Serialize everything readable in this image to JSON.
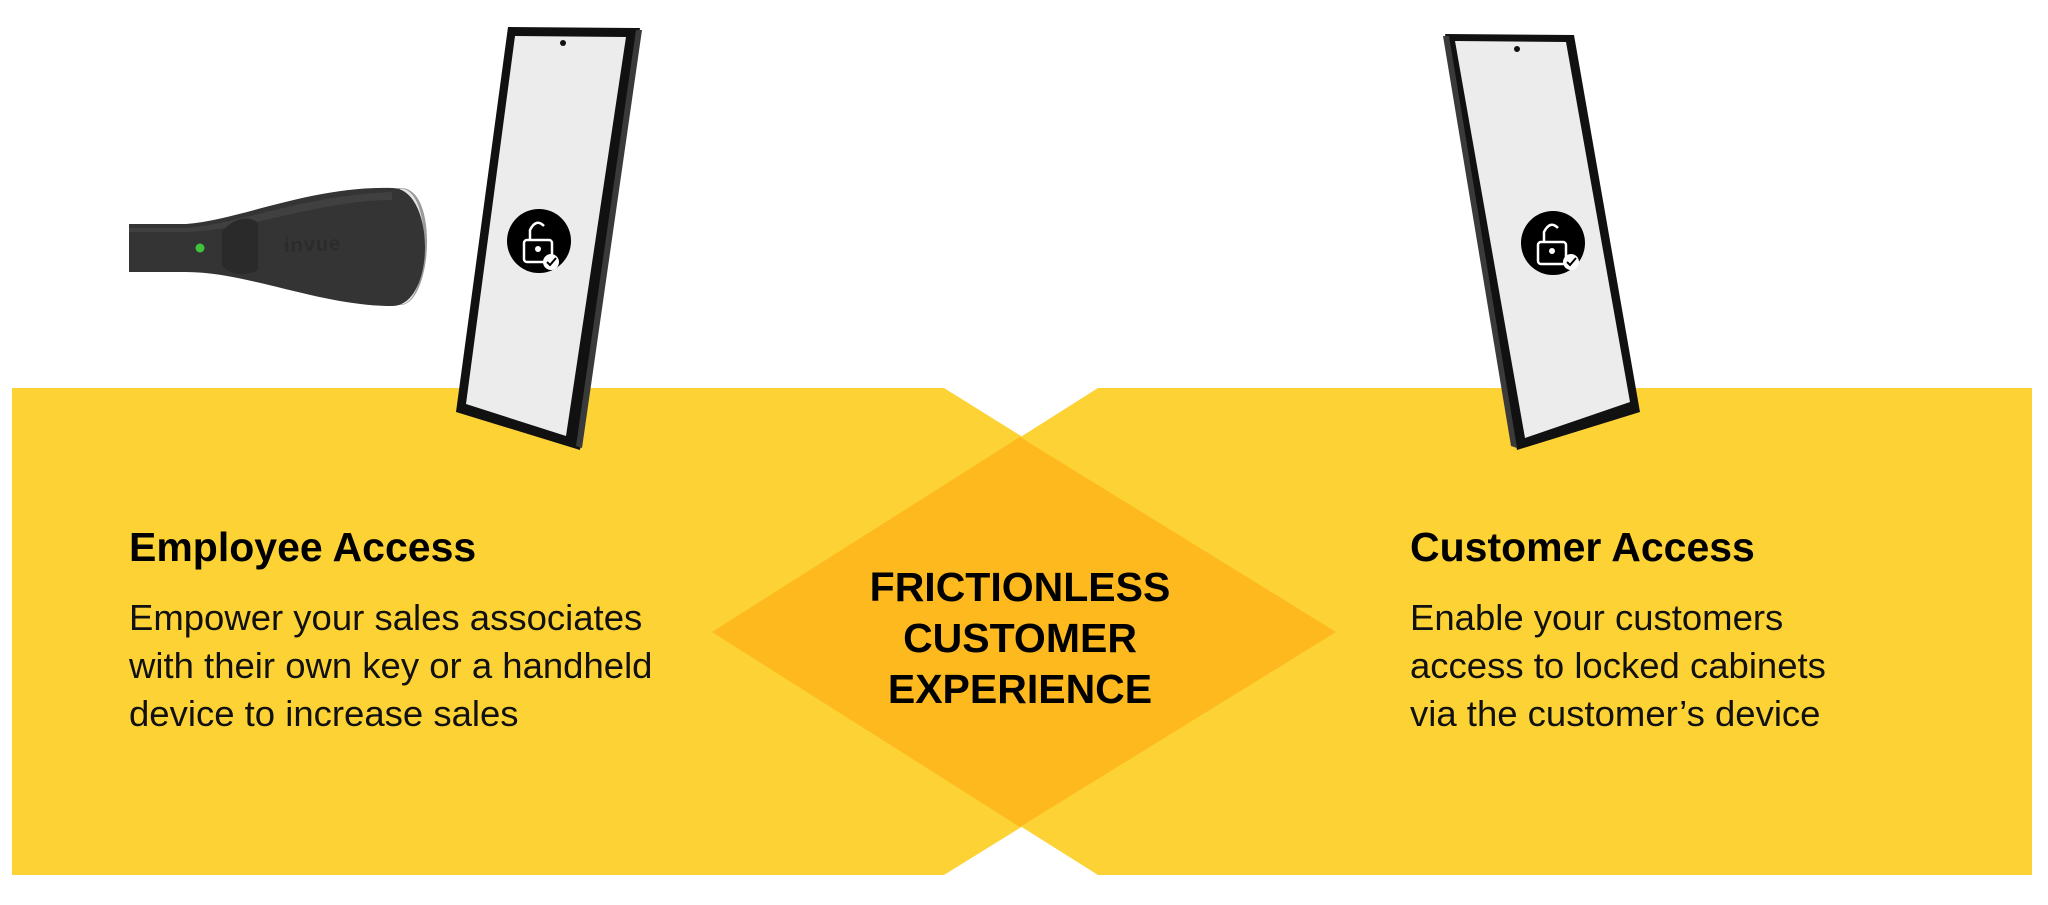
{
  "employee": {
    "title": "Employee Access",
    "lines": [
      "Empower your sales associates",
      "with their own key or a handheld",
      "device to increase sales"
    ]
  },
  "center": {
    "lines": [
      "FRICTIONLESS",
      "CUSTOMER",
      "EXPERIENCE"
    ]
  },
  "customer": {
    "title": "Customer Access",
    "lines": [
      "Enable your customers",
      "access to locked cabinets",
      "via the customer’s device"
    ]
  },
  "key_brand": "invue",
  "icons": [
    "key-fob-device",
    "smartphone",
    "unlocked-padlock-icon",
    "check-badge-icon"
  ],
  "colors": {
    "band_yellow": "#fdd235",
    "overlap_yellow": "#fdb91d",
    "phone_body": "#111111",
    "phone_screen": "#ececec",
    "key_body": "#343434",
    "key_led": "#3ec43e",
    "text": "#000000"
  }
}
